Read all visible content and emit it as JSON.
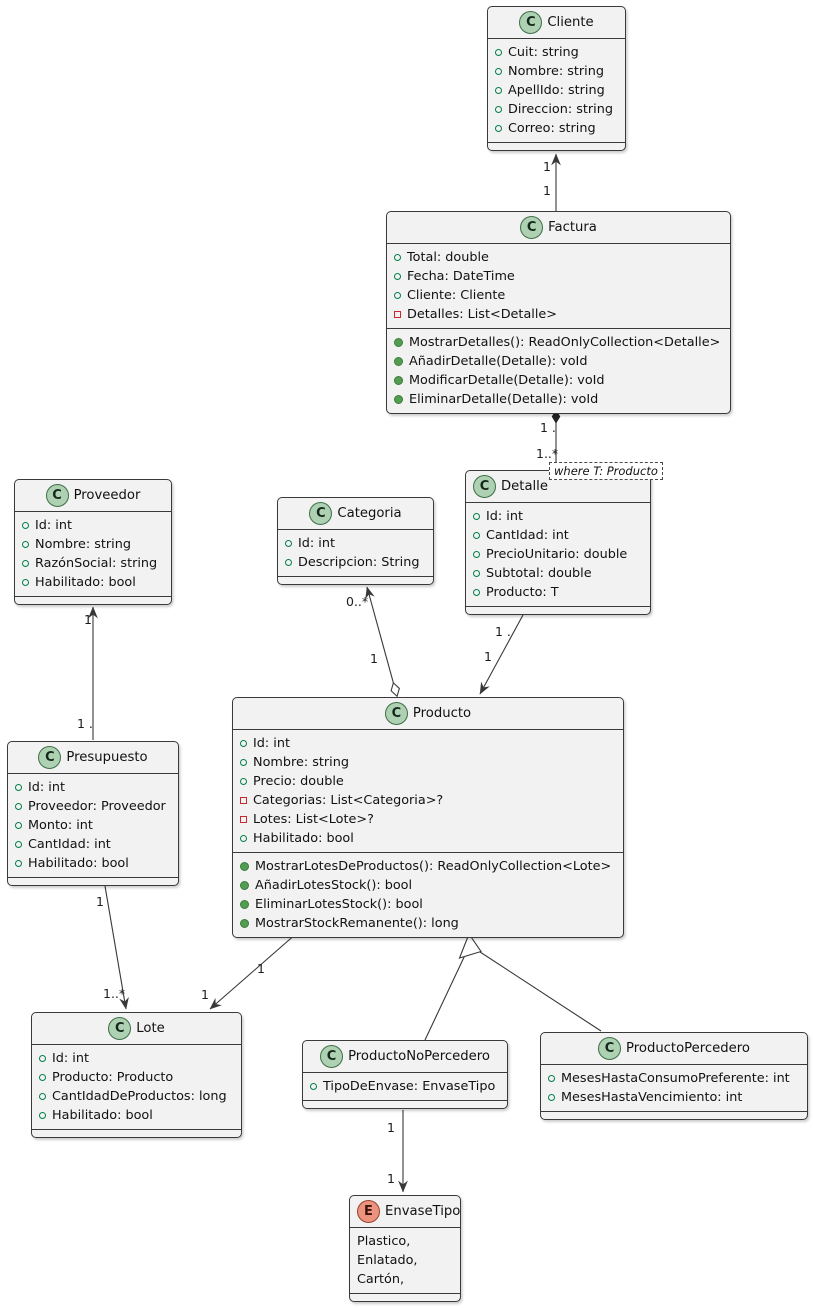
{
  "diagram": {
    "type": "uml-class-diagram"
  },
  "colors": {
    "class_fill": "#F2F2F2",
    "class_border": "#3A3A3A",
    "class_badge_fill": "#ADD1B2",
    "enum_badge_fill": "#EB937F",
    "public_icon": "#038048",
    "private_icon": "#C82930",
    "method_icon": "#519E51",
    "line": "#383838"
  },
  "notes": {
    "detalle_generic": "where T: Producto"
  },
  "classes": {
    "cliente": {
      "badge": "C",
      "name": "Cliente",
      "attributes": [
        {
          "v": "public",
          "text": "Cuit: string"
        },
        {
          "v": "public",
          "text": "Nombre: string"
        },
        {
          "v": "public",
          "text": "ApellIdo: string"
        },
        {
          "v": "public",
          "text": "Direccion: string"
        },
        {
          "v": "public",
          "text": "Correo: string"
        }
      ],
      "methods": []
    },
    "factura": {
      "badge": "C",
      "name": "Factura",
      "attributes": [
        {
          "v": "public",
          "text": "Total: double"
        },
        {
          "v": "public",
          "text": "Fecha: DateTime"
        },
        {
          "v": "public",
          "text": "Cliente: Cliente"
        },
        {
          "v": "private",
          "text": "Detalles: List<Detalle>"
        }
      ],
      "methods": [
        {
          "v": "method",
          "text": "MostrarDetalles(): ReadOnlyCollection<Detalle>"
        },
        {
          "v": "method",
          "text": "AñadirDetalle(Detalle): voId"
        },
        {
          "v": "method",
          "text": "ModificarDetalle(Detalle): voId"
        },
        {
          "v": "method",
          "text": "EliminarDetalle(Detalle): voId"
        }
      ]
    },
    "detalle": {
      "badge": "C",
      "name": "Detalle",
      "attributes": [
        {
          "v": "public",
          "text": "Id: int"
        },
        {
          "v": "public",
          "text": "CantIdad: int"
        },
        {
          "v": "public",
          "text": "PrecioUnitario: double"
        },
        {
          "v": "public",
          "text": "Subtotal: double"
        },
        {
          "v": "public",
          "text": "Producto: T"
        }
      ],
      "methods": []
    },
    "proveedor": {
      "badge": "C",
      "name": "Proveedor",
      "attributes": [
        {
          "v": "public",
          "text": "Id: int"
        },
        {
          "v": "public",
          "text": "Nombre: string"
        },
        {
          "v": "public",
          "text": "RazónSocial: string"
        },
        {
          "v": "public",
          "text": "Habilitado: bool"
        }
      ],
      "methods": []
    },
    "categoria": {
      "badge": "C",
      "name": "Categoria",
      "attributes": [
        {
          "v": "public",
          "text": "Id: int"
        },
        {
          "v": "public",
          "text": "Descripcion: String"
        }
      ],
      "methods": []
    },
    "producto": {
      "badge": "C",
      "name": "Producto",
      "attributes": [
        {
          "v": "public",
          "text": "Id: int"
        },
        {
          "v": "public",
          "text": "Nombre: string"
        },
        {
          "v": "public",
          "text": "Precio: double"
        },
        {
          "v": "private",
          "text": "Categorias: List<Categoria>?"
        },
        {
          "v": "private",
          "text": "Lotes: List<Lote>?"
        },
        {
          "v": "public",
          "text": "Habilitado: bool"
        }
      ],
      "methods": [
        {
          "v": "method",
          "text": "MostrarLotesDeProductos(): ReadOnlyCollection<Lote>"
        },
        {
          "v": "method",
          "text": "AñadirLotesStock(): bool"
        },
        {
          "v": "method",
          "text": "EliminarLotesStock(): bool"
        },
        {
          "v": "method",
          "text": "MostrarStockRemanente(): long"
        }
      ]
    },
    "presupuesto": {
      "badge": "C",
      "name": "Presupuesto",
      "attributes": [
        {
          "v": "public",
          "text": "Id: int"
        },
        {
          "v": "public",
          "text": "Proveedor: Proveedor"
        },
        {
          "v": "public",
          "text": "Monto: int"
        },
        {
          "v": "public",
          "text": "CantIdad: int"
        },
        {
          "v": "public",
          "text": "Habilitado: bool"
        }
      ],
      "methods": []
    },
    "lote": {
      "badge": "C",
      "name": "Lote",
      "attributes": [
        {
          "v": "public",
          "text": "Id: int"
        },
        {
          "v": "public",
          "text": "Producto: Producto"
        },
        {
          "v": "public",
          "text": "CantIdadDeProductos: long"
        },
        {
          "v": "public",
          "text": "Habilitado: bool"
        }
      ],
      "methods": []
    },
    "producto_no_percedero": {
      "badge": "C",
      "name": "ProductoNoPercedero",
      "attributes": [
        {
          "v": "public",
          "text": "TipoDeEnvase: EnvaseTipo"
        }
      ],
      "methods": []
    },
    "producto_percedero": {
      "badge": "C",
      "name": "ProductoPercedero",
      "attributes": [
        {
          "v": "public",
          "text": "MesesHastaConsumoPreferente: int"
        },
        {
          "v": "public",
          "text": "MesesHastaVencimiento: int"
        }
      ],
      "methods": []
    },
    "envase_tipo": {
      "badge": "E",
      "name": "EnvaseTipo",
      "values": [
        {
          "text": "Plastico,"
        },
        {
          "text": "Enlatado,"
        },
        {
          "text": "Cartón,"
        }
      ]
    }
  },
  "edges": {
    "factura_cliente": {
      "type": "association-arrow",
      "near_cliente": "1",
      "near_factura": "1"
    },
    "factura_detalle": {
      "type": "composition",
      "near_factura": "1 .",
      "near_detalle": "1..*"
    },
    "detalle_producto": {
      "type": "association-arrow",
      "near_detalle": "1 .",
      "near_producto": "1"
    },
    "producto_categoria": {
      "type": "aggregation-arrow",
      "near_categoria": "0..*",
      "near_producto": "1"
    },
    "presupuesto_proveedor": {
      "type": "association-arrow",
      "near_proveedor": "1",
      "near_presupuesto": "1 ."
    },
    "presupuesto_lote": {
      "type": "association-arrow",
      "near_presupuesto": "1",
      "near_lote": "1..*"
    },
    "producto_lote": {
      "type": "association-arrow",
      "near_producto": "1",
      "near_lote": "1"
    },
    "nopercedero_envasetipo": {
      "type": "association-arrow",
      "near_nopercedero": "1",
      "near_envasetipo": "1"
    },
    "inheritance": {
      "type": "generalization",
      "parent": "Producto",
      "children": [
        "ProductoNoPercedero",
        "ProductoPercedero"
      ]
    }
  }
}
